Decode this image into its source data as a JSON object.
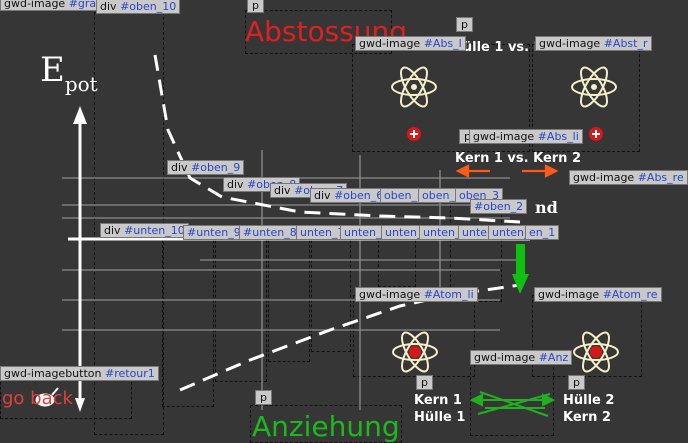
{
  "title_top": "Abstossung",
  "title_bottom": "Anziehung",
  "axis": {
    "e": "E",
    "sub": "pot"
  },
  "pair_top_hull": "Hülle 1 vs. Hülle 2",
  "pair_top_kern": "Kern 1 vs. Kern 2",
  "partial_word": "nd",
  "atom_left": {
    "line1": "Kern 1",
    "line2": "Hülle 1"
  },
  "atom_right": {
    "line1": "Hülle 2",
    "line2": "Kern 2"
  },
  "retour_text": "go back",
  "p_tag": "p",
  "labels": {
    "graph": {
      "tag": "gwd-image",
      "id": "#graph02"
    },
    "oben10": {
      "tag": "div",
      "id": "#oben_10"
    },
    "oben9": {
      "tag": "div",
      "id": "#oben_9"
    },
    "oben8": {
      "tag": "div",
      "id": "#oben_8"
    },
    "oben7": {
      "tag": "div",
      "id": "#oben_7"
    },
    "oben6": {
      "tag": "div",
      "id": "#oben_6"
    },
    "oben5": {
      "tag": "",
      "id": "oben_5"
    },
    "oben4": {
      "tag": "",
      "id": "oben_4"
    },
    "oben3": {
      "tag": "",
      "id": "oben_3"
    },
    "oben2": {
      "tag": "",
      "id": "#oben_2"
    },
    "unten10": {
      "tag": "div",
      "id": "#unten_10"
    },
    "unten9": {
      "tag": "",
      "id": "#unten_9"
    },
    "unten8": {
      "tag": "",
      "id": "#unten_8"
    },
    "unten7": {
      "tag": "",
      "id": "unten_7"
    },
    "unten6": {
      "tag": "",
      "id": "unten_6"
    },
    "unten5": {
      "tag": "",
      "id": "unten_5"
    },
    "unten4": {
      "tag": "",
      "id": "unten_4"
    },
    "unten3": {
      "tag": "",
      "id": "unten_3"
    },
    "unten2": {
      "tag": "",
      "id": "unten_2"
    },
    "unten1": {
      "tag": "",
      "id": "en_1"
    },
    "absL": {
      "tag": "gwd-image",
      "id": "#Abs_l"
    },
    "absR": {
      "tag": "gwd-image",
      "id": "#Abst_r"
    },
    "absLi": {
      "tag": "gwd-image",
      "id": "#Abs_li"
    },
    "absRe": {
      "tag": "gwd-image",
      "id": "#Abs_re"
    },
    "atomLi": {
      "tag": "gwd-image",
      "id": "#Atom_li"
    },
    "atomRe": {
      "tag": "gwd-image",
      "id": "#Atom_re"
    },
    "anz": {
      "tag": "gwd-image",
      "id": "#Anz"
    },
    "retour": {
      "tag": "gwd-imagebutton",
      "id": "#retour1"
    }
  },
  "colors": {
    "background": "#363636",
    "title_red": "#e02020",
    "title_green": "#1cb81c",
    "arrow_green": "#10c010",
    "label_blue": "#2a46c8",
    "arrow_orange": "#ff5a1a"
  }
}
